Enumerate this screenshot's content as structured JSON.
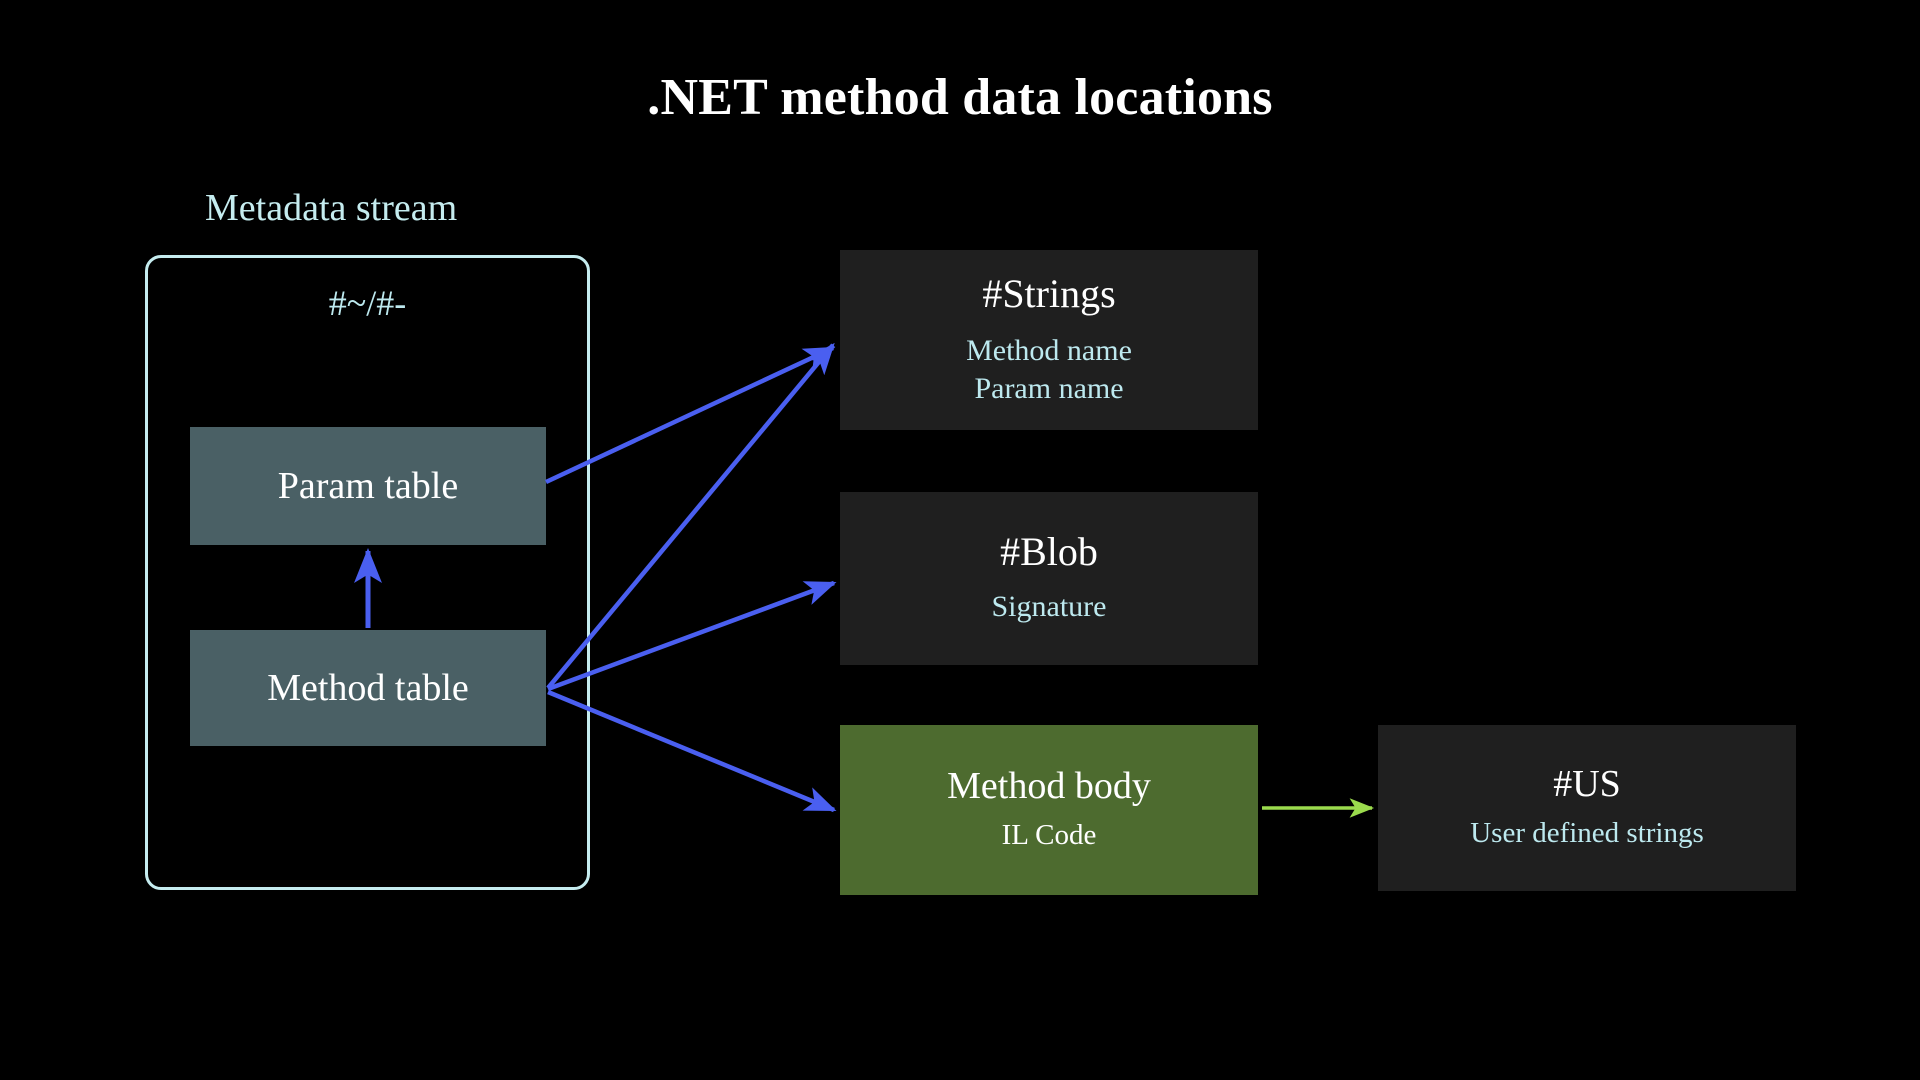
{
  "page": {
    "title": ".NET method data locations",
    "background_color": "#000000"
  },
  "colors": {
    "title_text": "#ffffff",
    "accent_cyan": "#bde9ef",
    "container_border": "#c5ecef",
    "table_box_fill": "#4a6065",
    "stream_box_fill": "#1f1f1f",
    "method_body_fill": "#4d6b2f",
    "blue_arrow": "#4a5ff0",
    "green_arrow": "#9bdb4d"
  },
  "metadata_stream": {
    "label": "Metadata stream",
    "heap_name": "#~/#-",
    "tables": [
      {
        "name": "param-table",
        "label": "Param table"
      },
      {
        "name": "method-table",
        "label": "Method table"
      }
    ]
  },
  "streams": [
    {
      "name": "strings-heap",
      "title": "#Strings",
      "lines": [
        "Method name",
        "Param name"
      ]
    },
    {
      "name": "blob-heap",
      "title": "#Blob",
      "lines": [
        "Signature"
      ]
    },
    {
      "name": "method-body",
      "title": "Method body",
      "lines": [
        "IL Code"
      ]
    },
    {
      "name": "us-heap",
      "title": "#US",
      "lines": [
        "User defined strings"
      ]
    }
  ],
  "arrows": [
    {
      "name": "method-table-to-param-table",
      "color": "#4a5ff0"
    },
    {
      "name": "param-table-to-strings",
      "color": "#4a5ff0"
    },
    {
      "name": "method-table-to-strings",
      "color": "#4a5ff0"
    },
    {
      "name": "method-table-to-blob",
      "color": "#4a5ff0"
    },
    {
      "name": "method-table-to-method-body",
      "color": "#4a5ff0"
    },
    {
      "name": "method-body-to-us",
      "color": "#9bdb4d"
    }
  ]
}
